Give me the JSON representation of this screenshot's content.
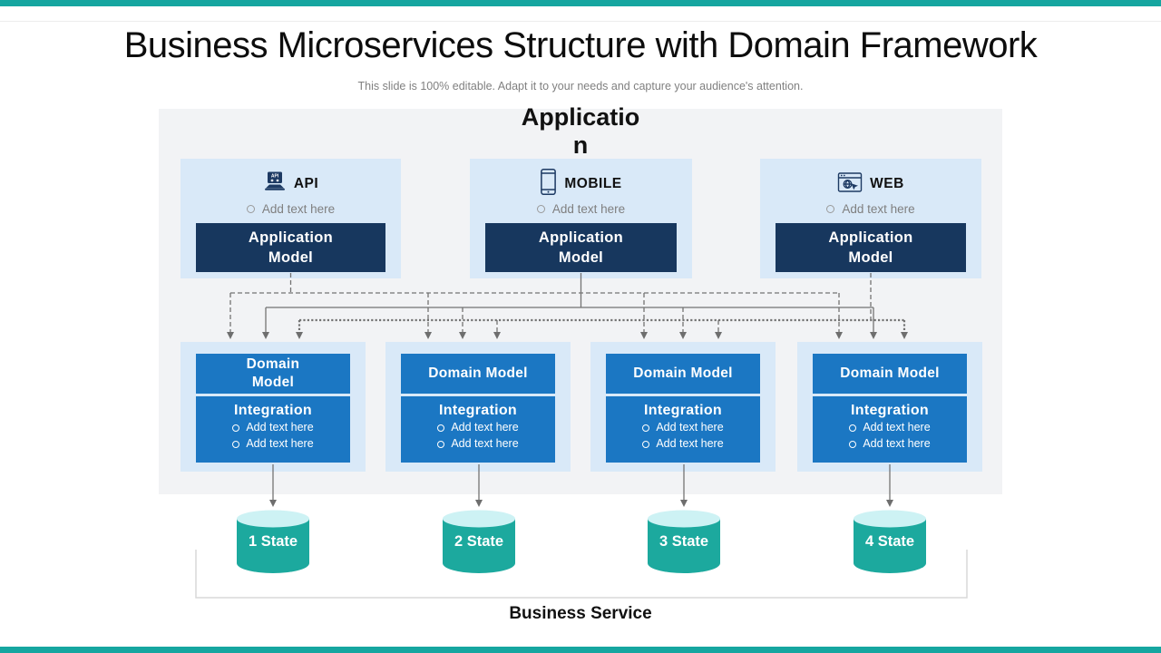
{
  "slide": {
    "title": "Business Microservices Structure with Domain Framework",
    "subtitle": "This slide is 100% editable. Adapt it to your needs and capture your audience's attention."
  },
  "application": {
    "title": "Applicatio\nn",
    "channels": [
      {
        "icon": "api-icon",
        "label": "API",
        "bullet": "Add text here",
        "model_label": "Application\nModel"
      },
      {
        "icon": "mobile-icon",
        "label": "MOBILE",
        "bullet": "Add text here",
        "model_label": "Application\nModel"
      },
      {
        "icon": "web-icon",
        "label": "WEB",
        "bullet": "Add text here",
        "model_label": "Application\nModel"
      }
    ]
  },
  "domains": [
    {
      "model_label": "Domain\nModel",
      "integration": {
        "title": "Integration",
        "bullets": [
          "Add text here",
          "Add text here"
        ]
      }
    },
    {
      "model_label": "Domain Model",
      "integration": {
        "title": "Integration",
        "bullets": [
          "Add text here",
          "Add text here"
        ]
      }
    },
    {
      "model_label": "Domain Model",
      "integration": {
        "title": "Integration",
        "bullets": [
          "Add text here",
          "Add text here"
        ]
      }
    },
    {
      "model_label": "Domain Model",
      "integration": {
        "title": "Integration",
        "bullets": [
          "Add text here",
          "Add text here"
        ]
      }
    }
  ],
  "states": [
    {
      "label": "1 State"
    },
    {
      "label": "2 State"
    },
    {
      "label": "3 State"
    },
    {
      "label": "4 State"
    }
  ],
  "footer": {
    "label": "Business Service"
  },
  "colors": {
    "accent_teal": "#16A6A0",
    "cylinder_teal": "#1CA99E",
    "cylinder_top": "#CDF2F4",
    "navy": "#17375E",
    "blue": "#1B77C3",
    "light_blue_panel": "#D9E9F8",
    "canvas_gray": "#F2F3F5",
    "connector_gray": "#737373",
    "muted_text": "#7F7F7F"
  }
}
